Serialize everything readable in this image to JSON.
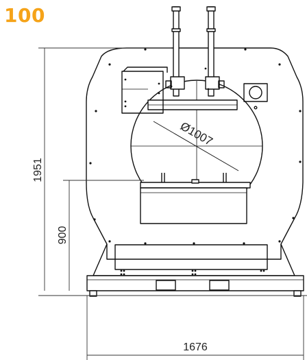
{
  "model_number": "100",
  "dimensions": {
    "total_height": "1951",
    "loading_height": "900",
    "tunnel_diameter": "Ø1007",
    "width": "1676"
  },
  "colors": {
    "accent": "#f5a319",
    "line": "#111111"
  }
}
